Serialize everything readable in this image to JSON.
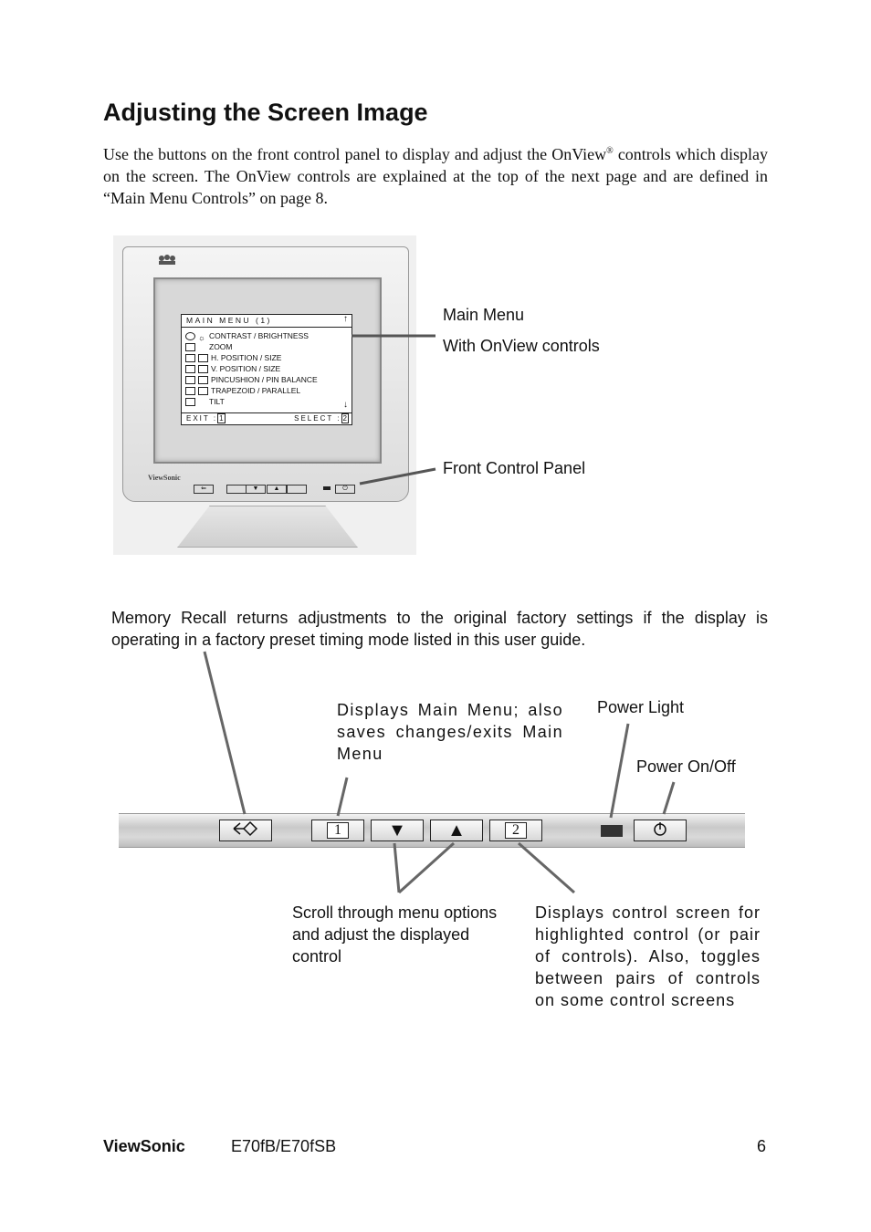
{
  "heading": "Adjusting the Screen Image",
  "intro": {
    "part1": "Use the buttons on the front control panel to display and adjust the OnView",
    "reg": "®",
    "part2": " controls which display on the screen. The OnView controls are explained at the top of the next page and are defined in “Main Menu Controls” on page 8."
  },
  "monitor": {
    "brand": "ViewSonic",
    "menu_title": "MAIN MENU (1)",
    "menu_items": [
      "CONTRAST / BRIGHTNESS",
      "ZOOM",
      "H. POSITION / SIZE",
      "V. POSITION / SIZE",
      "PINCUSHION / PIN BALANCE",
      "TRAPEZOID / PARALLEL",
      "TILT"
    ],
    "exit_label": "EXIT :",
    "exit_key": "1",
    "select_label": "SELECT :",
    "select_key": "2"
  },
  "callouts": {
    "main_menu": "Main Menu",
    "onview": "With OnView controls",
    "front_panel": "Front Control Panel",
    "memory_recall": "Memory Recall returns adjustments to the original factory settings if the display is operating in a factory preset timing mode listed in this user guide.",
    "displays_main_menu": "Displays Main Menu; also saves changes/exits Main Menu",
    "power_light": "Power Light",
    "power_onoff": "Power On/Off",
    "scroll": "Scroll through menu options and adjust the displayed control",
    "displays_control": "Displays control screen for highlighted control (or pair of controls). Also, toggles between pairs of controls on some control screens"
  },
  "panel": {
    "btn1": "1",
    "btn2": "2",
    "down": "▼",
    "up": "▲",
    "memory_icon": "memory-recall-icon",
    "power_icon": "power-icon"
  },
  "footer": {
    "brand": "ViewSonic",
    "model": "E70fB/E70fSB",
    "page": "6"
  }
}
